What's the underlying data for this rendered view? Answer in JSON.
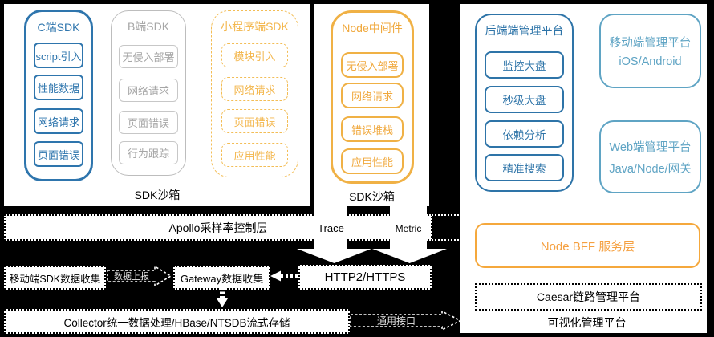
{
  "colors": {
    "background": "#000000",
    "panel": "#ffffff",
    "blue": "#2e75ad",
    "steel_blue": "#2e74a8",
    "light_blue": "#5fa4c4",
    "gray": "#a6a6a6",
    "orange": "#f0b145",
    "orange_light": "#f3bd55",
    "bff_orange": "#f5a83c"
  },
  "left_sandbox": {
    "label": "SDK沙箱",
    "c_sdk": {
      "title": "C端SDK",
      "items": [
        "script引入",
        "性能数据",
        "网络请求",
        "页面错误"
      ]
    },
    "b_sdk": {
      "title": "B端SDK",
      "items": [
        "无侵入部署",
        "网络请求",
        "页面错误",
        "行为跟踪"
      ]
    },
    "mini_sdk": {
      "title": "小程序端SDK",
      "items": [
        "模块引入",
        "网络请求",
        "页面错误",
        "应用性能"
      ]
    }
  },
  "right_sandbox": {
    "label": "SDK沙箱",
    "node_sdk": {
      "title": "Node中间件",
      "items": [
        "无侵入部署",
        "网络请求",
        "错误堆栈",
        "应用性能"
      ]
    }
  },
  "platforms": {
    "backend": {
      "title": "后端端管理平台",
      "items": [
        "监控大盘",
        "秒级大盘",
        "依赖分析",
        "精准搜索"
      ]
    },
    "mobile": {
      "line1": "移动端管理平台",
      "line2": "iOS/Android"
    },
    "web": {
      "line1": "Web端管理平台",
      "line2": "Java/Node/网关"
    },
    "node_bff": {
      "title": "Node BFF 服务层"
    },
    "caesar": {
      "title": "Caesar链路管理平台"
    },
    "viz": {
      "label": "可视化管理平台"
    }
  },
  "pipeline": {
    "apollo": {
      "label": "Apollo采样率控制层"
    },
    "trace": {
      "label": "Trace"
    },
    "metric": {
      "label": "Metric"
    },
    "http": {
      "label": "HTTP2/HTTPS"
    },
    "mobile_collect": {
      "label": "移动端SDK数据收集"
    },
    "data_report": {
      "label": "数据上报"
    },
    "gateway": {
      "label": "Gateway数据收集"
    },
    "collector": {
      "label": "Collector统一数据处理/HBase/NTSDB流式存储"
    },
    "common_api": {
      "label": "通用接口"
    }
  }
}
